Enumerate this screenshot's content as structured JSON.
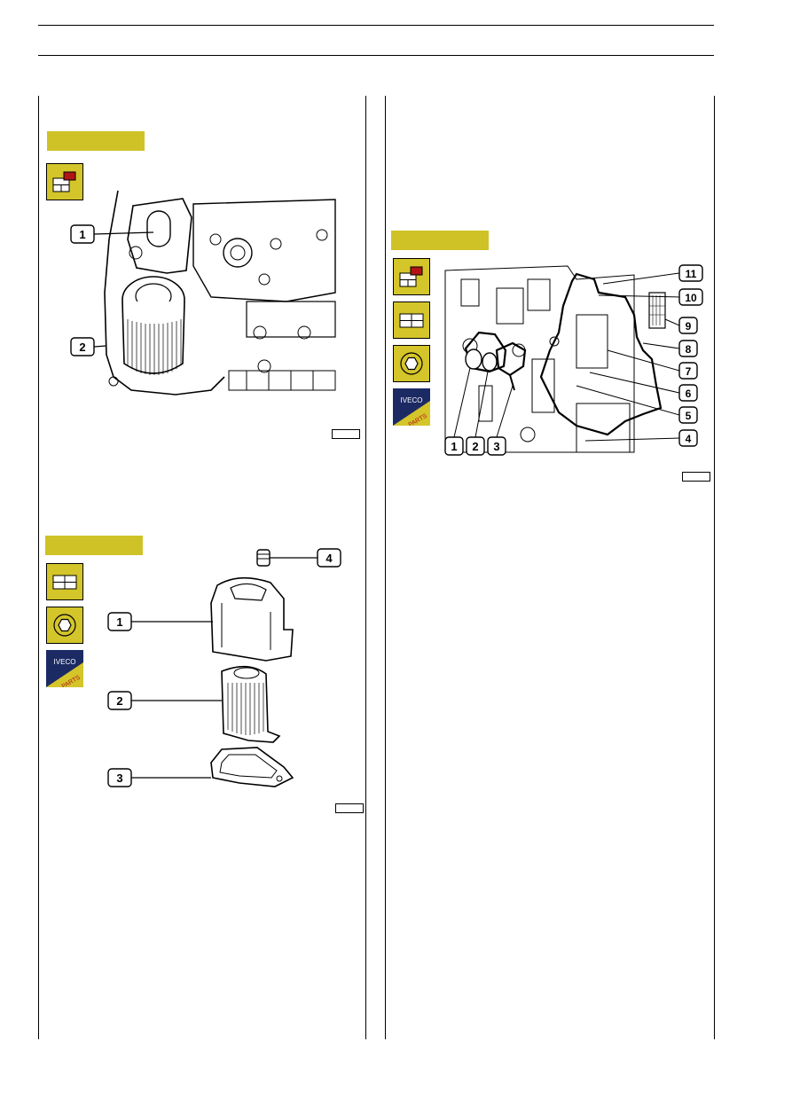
{
  "figures": [
    {
      "id": "left-top",
      "icons": [
        "removal-icon"
      ],
      "callouts": [
        "1",
        "2"
      ]
    },
    {
      "id": "left-bottom",
      "icons": [
        "split-panel-icon",
        "hex-bolt-icon",
        "iveco-parts-icon"
      ],
      "iveco_label": "IVECO",
      "parts_label": "PARTS",
      "callouts": [
        "1",
        "2",
        "3",
        "4"
      ]
    },
    {
      "id": "right",
      "icons": [
        "removal-icon",
        "split-panel-icon",
        "hex-bolt-icon",
        "iveco-parts-icon"
      ],
      "iveco_label": "IVECO",
      "parts_label": "PARTS",
      "callouts": [
        "1",
        "2",
        "3",
        "4",
        "5",
        "6",
        "7",
        "8",
        "9",
        "10",
        "11"
      ]
    }
  ],
  "colors": {
    "figure_bar": "#cfc226",
    "icon_bg": "#d4c52a",
    "accent_red": "#b01515",
    "iveco_blue": "#1c2a64"
  }
}
